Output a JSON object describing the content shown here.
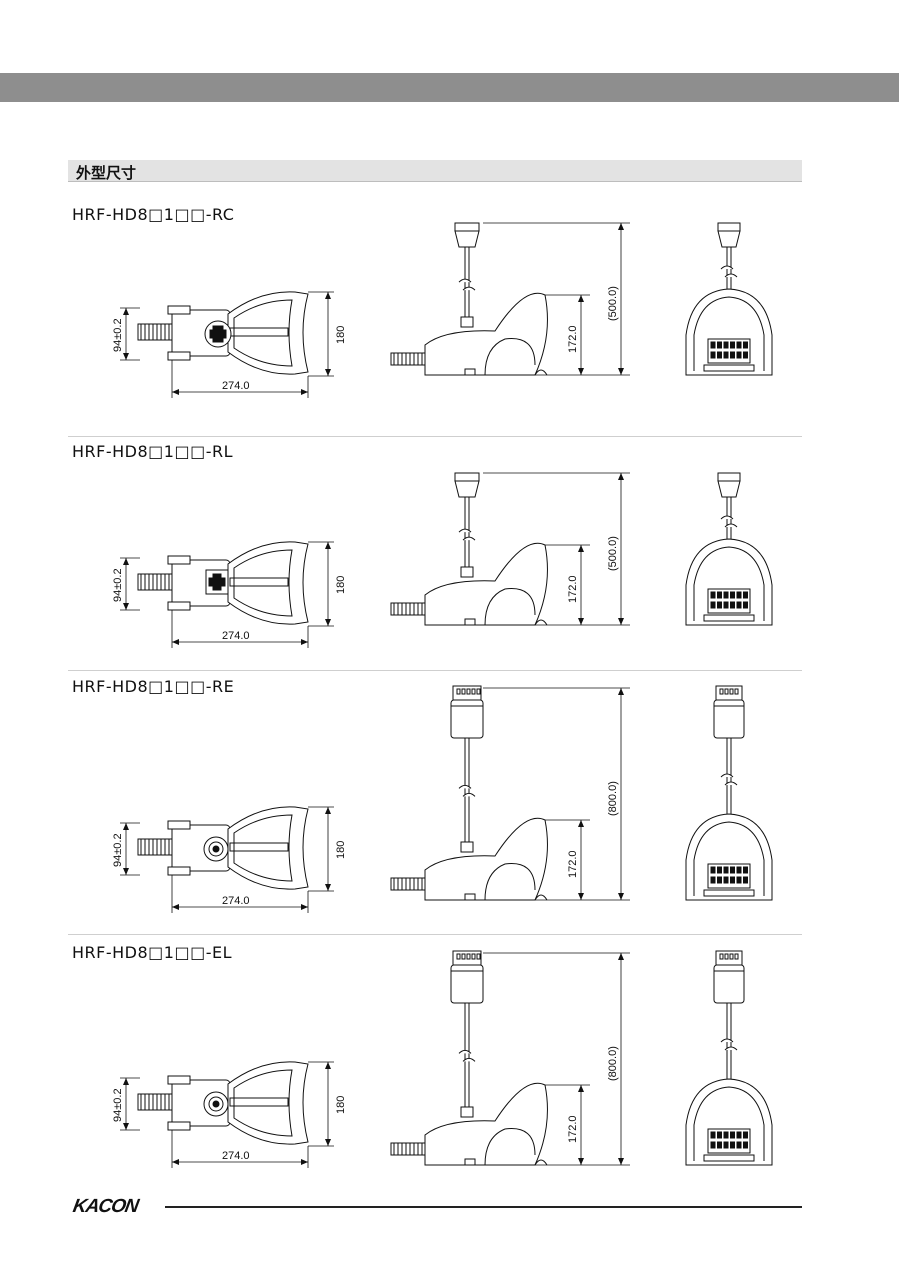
{
  "section": {
    "title": "外型尺寸"
  },
  "footer": {
    "logo": "KACON"
  },
  "models": [
    {
      "title": "HRF-HD8□1□□-RC",
      "dims": {
        "width": "274.0",
        "depth": "180",
        "side": "94±0.2",
        "height": "172.0",
        "total": "(500.0)"
      },
      "variant": "rc"
    },
    {
      "title": "HRF-HD8□1□□-RL",
      "dims": {
        "width": "274.0",
        "depth": "180",
        "side": "94±0.2",
        "height": "172.0",
        "total": "(500.0)"
      },
      "variant": "rl"
    },
    {
      "title": "HRF-HD8□1□□-RE",
      "dims": {
        "width": "274.0",
        "depth": "180",
        "side": "94±0.2",
        "height": "172.0",
        "total": "(800.0)"
      },
      "variant": "re"
    },
    {
      "title": "HRF-HD8□1□□-EL",
      "dims": {
        "width": "274.0",
        "depth": "180",
        "side": "94±0.2",
        "height": "172.0",
        "total": "(800.0)"
      },
      "variant": "el"
    }
  ]
}
